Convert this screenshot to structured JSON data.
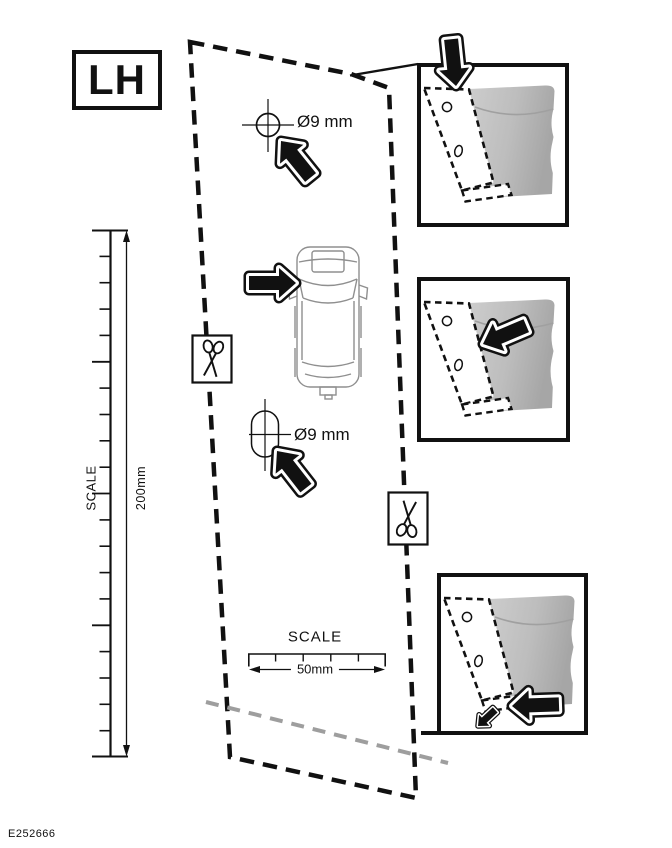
{
  "page": {
    "side_label": "LH",
    "figure_code": "E252666"
  },
  "annotations": {
    "top_hole_label": "Ø9 mm",
    "bottom_hole_label": "Ø9 mm"
  },
  "vertical_scale": {
    "label": "SCALE",
    "length_label": "200mm"
  },
  "horizontal_scale": {
    "label": "SCALE",
    "length_label": "50mm"
  },
  "icons": {
    "cut_markers": "scissors-icon",
    "pointers": "block-arrow-icon",
    "drill_marks": "crosshair-icon",
    "vehicle": "car-top-view-icon",
    "marking_tool": "marker-arrow-icon"
  },
  "colors": {
    "line": "#111111",
    "panel_gray_light": "#cdcdcd",
    "panel_gray_dark": "#a6a6a6",
    "cut_line_gray": "#9e9e9e",
    "car_line_gray": "#8f8f8f"
  }
}
